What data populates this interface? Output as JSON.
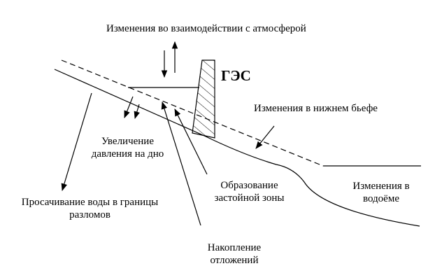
{
  "labels": {
    "atmosphere": "Изменения во взаимодействии с атмосферой",
    "hpp": "ГЭС",
    "downstream": "Изменения в нижнем бьефе",
    "pressure_line1": "Увеличение",
    "pressure_line2": "давления на дно",
    "seepage_line1": "Просачивание воды в границы",
    "seepage_line2": "разломов",
    "stagnant_line1": "Образование",
    "stagnant_line2": "застойной зоны",
    "reservoir_line1": "Изменения в",
    "reservoir_line2": "водоёме",
    "sediment_line1": "Накопление",
    "sediment_line2": "отложений"
  },
  "colors": {
    "stroke": "#000000",
    "background": "#ffffff"
  }
}
